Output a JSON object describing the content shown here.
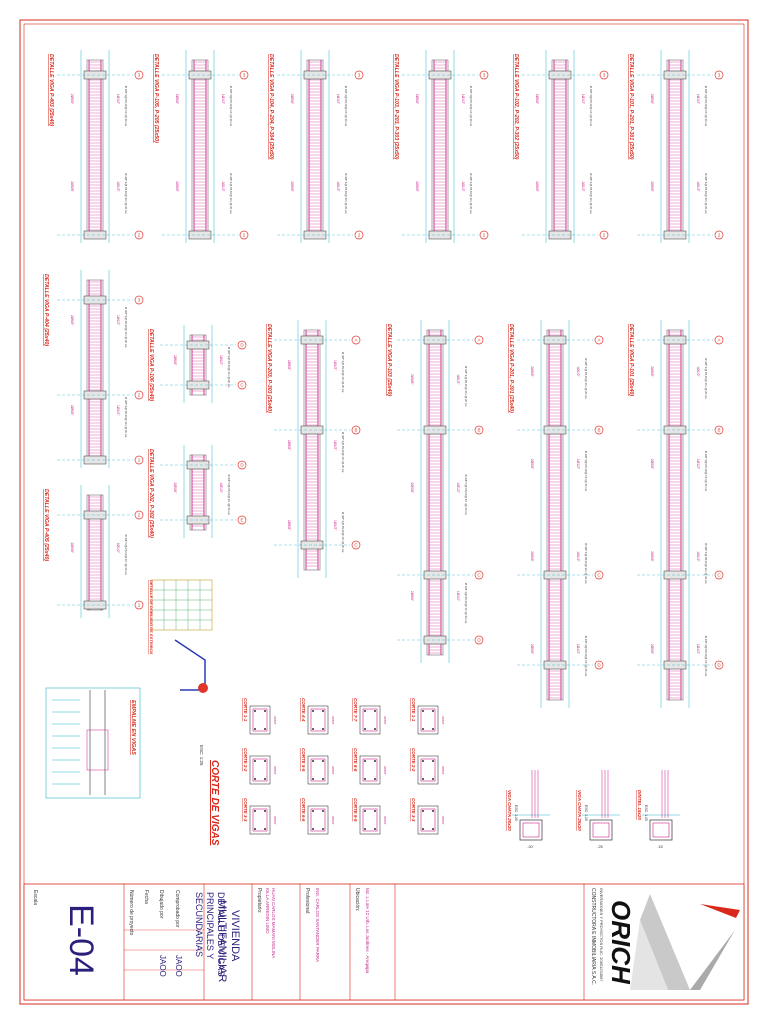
{
  "sheet": {
    "border_color": "#d9281c",
    "line_color": "#cc1f8a",
    "axis_color": "#27b6c9",
    "bubble_color": "#e0352b"
  },
  "title_block": {
    "company": "ORICH",
    "company_full": "CONSTRUCTORA E INMOBILIARIA S.A.C.",
    "company_address": "INVERSIONES Y PROYECTOS RUC: 20601234567",
    "owner_label": "Propietario:",
    "owner_name": "KILLA ARREDIN LIMO",
    "owner_sub": "HUAN CARLOS MAMANI MOLINA",
    "professional_label": "Profesional:",
    "professional_name": "ING. CARLOS SANTANDER PARRA",
    "location_label": "Ubicación:",
    "location_text": "Mz. L Lote 12 Urb. Los Jardines - Arequipa",
    "project": "VIVIENDA MULTIFAMILIAR",
    "sheet_title": "DETALLE DE VIGAS PRINCIPALES Y SECUNDARIAS",
    "fields": [
      {
        "label": "Número de proyecto",
        "value": ""
      },
      {
        "label": "Fecha",
        "value": ""
      },
      {
        "label": "Dibujado por",
        "value": "JAOO"
      },
      {
        "label": "Comprobado por",
        "value": "JAOO"
      }
    ],
    "scale_label": "Escala",
    "sheet_number": "E-04"
  },
  "section_title": "CORTE DE VIGAS",
  "section_scale": "ESC: 1:25",
  "empalme_title": "EMPALME EN VIGAS",
  "doblado_title": "DETALLE DE DOBLADO DE ESTRIBOS",
  "beams_top": [
    "DETALLE VIGA P-105, P-205 (25x50)",
    "DETALLE VIGA P-104, P-204, P-304 (25x50)",
    "DETALLE VIGA P-103, P-203, P-303 (25x50)",
    "DETALLE VIGA P-102, P-202, P-302 (25x50)",
    "DETALLE VIGA P-101, P-201, P-301 (25x50)",
    "DETALLE VIGA P-403 (25x40)"
  ],
  "beams_mid": [
    "DETALLE VIGA P-106 (25x40)",
    "DETALLE VIGA P-203, P-303 (25x40)",
    "DETALLE VIGA P-103 (25x40)",
    "DETALLE VIGA P-201, P-301 (25x40)",
    "DETALLE VIGA P-101 (25x40)",
    "DETALLE VIGA P-404 (25x40)"
  ],
  "beams_low": [
    "DETALLE VIGA P-202, P-302 (25x40)",
    "DETALLE VIGA P-405 (25x40)"
  ],
  "cortes": [
    "CORTE 1-1",
    "CORTE 2-2",
    "CORTE 3-3",
    "CORTE 4-4",
    "CORTE 5-5",
    "CORTE 6-6",
    "CORTE 7-7",
    "CORTE 8-8",
    "CORTE 9-9"
  ],
  "chatas": [
    {
      "title": "VIGA CHATA 20x20",
      "scale": "ESC: 1:25",
      "dim": ".20"
    },
    {
      "title": "VIGA CHATA 25x20",
      "scale": "ESC: 1:25",
      "dim": ".25"
    },
    {
      "title": "DINTEL 15x20",
      "scale": "ESC: 1:25",
      "dim": ".15"
    }
  ],
  "stirrup_note": "Ø 3/8\":1@.05,10@.10 r@.20 c/e",
  "stirrup_note_b": "Ø 3/8\":1@.05 rto.@.20 c/e",
  "bar_label": "2Ø5/8\"",
  "bar_label_b": "1Ø1/2\"",
  "grid_axes": [
    "1",
    "2",
    "3",
    "4",
    "5",
    "6",
    "A",
    "B",
    "C",
    "D",
    "E"
  ]
}
